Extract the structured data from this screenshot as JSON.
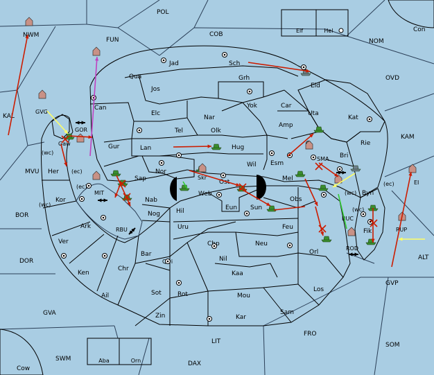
{
  "colors": {
    "sea": "#a9cde3",
    "elf": "#dcc398",
    "hel": "#a6c58f",
    "nation2": "#c89186",
    "neutral": "#8b8b8b",
    "move_arrow": "#cc1c00",
    "support_arrow": "#ffff66",
    "green_line": "#33cc33",
    "magenta_line": "#c040c0",
    "unit_fleet": "#3b8f2f",
    "unit_gray": "#6f7f8c"
  },
  "sea_labels": {
    "pol": "POL",
    "cob": "COB",
    "fun": "FUN",
    "nwm": "NWM",
    "nom": "NOM",
    "ovd": "OVD",
    "kal": "KAL",
    "kam": "KAM",
    "mvu": "MVU",
    "bor": "BOR",
    "dor": "DOR",
    "gva": "GVA",
    "lit": "LIT",
    "fro": "FRO",
    "som": "SOM",
    "gvp": "GVP",
    "alt": "ALT",
    "swm": "SWM",
    "dax": "DAX",
    "con": "Con",
    "gor": "GOR",
    "mit": "MIT",
    "rbu": "RBU",
    "sma": "SMA",
    "buc": "BUC",
    "rod": "ROD",
    "ei": "EI",
    "wc_a": "(wc)",
    "wc_b": "(ec)",
    "wc_c": "(ec)",
    "wc_d": "(wc)",
    "wc_e": "(wc)",
    "wc_f": "(ec)",
    "wc_g": "(wc)"
  },
  "green_provinces": {
    "jad": "Jad",
    "sch": "Sch",
    "qua": "Qua",
    "jos": "Jos",
    "grh": "Grh",
    "eld": "Eld",
    "can": "Can",
    "elc": "Elc",
    "nar": "Nar",
    "yok": "Yok",
    "car": "Car",
    "uta": "Uta",
    "tel": "Tel",
    "olk": "Olk",
    "amp": "Amp",
    "gur": "Gur",
    "lan": "Lan",
    "hug": "Hug",
    "wil": "Wil",
    "esm": "Esm",
    "bri": "Bri",
    "rie": "Rie",
    "sap": "Sap"
  },
  "red_provinces": {
    "kat": "Kat",
    "gaw": "Gaw",
    "her": "Her",
    "kor": "Kor",
    "ark": "Ark",
    "ver": "Ver",
    "ken": "Ken",
    "ail": "Ail",
    "chr": "Chr",
    "nab": "Nab",
    "nog": "Nog",
    "hil": "Hil",
    "skr": "Skr",
    "web": "Web",
    "ost": "Ost",
    "eun": "Eun",
    "sun": "Sun",
    "mel": "Mel",
    "obs": "Obs",
    "uru": "Uru",
    "feu": "Feu",
    "chp": "Chp",
    "neu": "Neu",
    "bar": "Bar",
    "qwi": "Qwi",
    "nil": "Nil",
    "kaa": "Kaa",
    "orl": "Orl",
    "sot": "Sot",
    "rot": "Rot",
    "mou": "Mou",
    "los": "Los",
    "zin": "Zin",
    "kar": "Kar",
    "sam": "Sam",
    "byn": "Byn",
    "fik": "Fik",
    "rup": "RUP",
    "gvg": "GVG",
    "cow": "Cow"
  },
  "neutral_provinces": {
    "nor": "Nor"
  },
  "legend_top": {
    "left": "Elf",
    "right": "Hel"
  },
  "legend_bottom": {
    "left": "Aba",
    "right": "Orn"
  }
}
